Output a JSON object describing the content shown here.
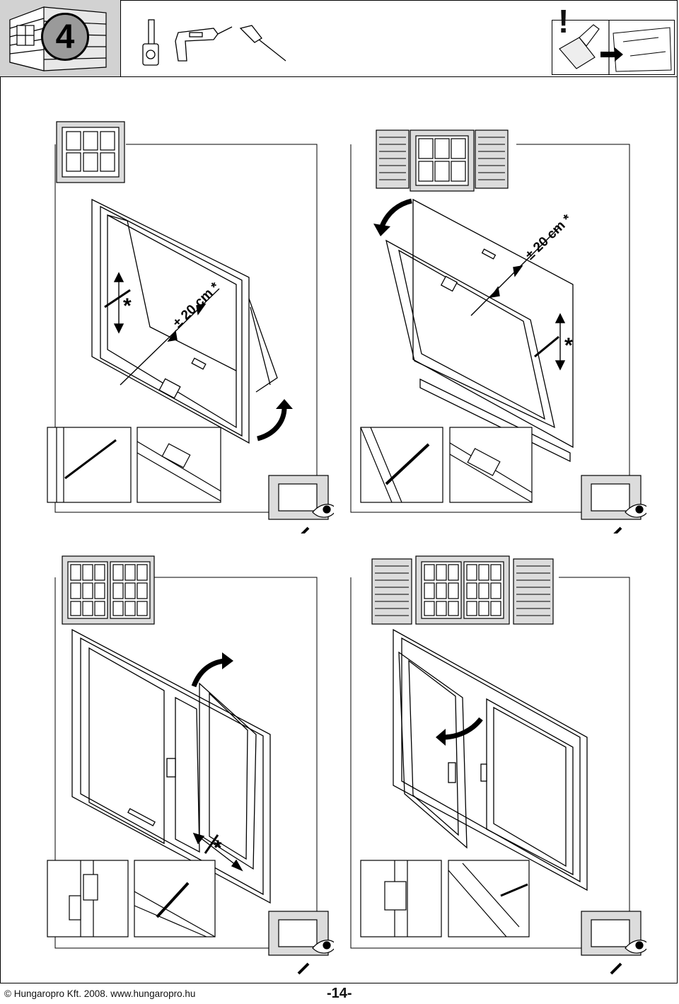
{
  "header": {
    "step_number": "4",
    "warning_mark": "!",
    "tools": [
      "tape-measure-icon",
      "drill-icon",
      "screwdriver-icon"
    ]
  },
  "panels": [
    {
      "id": "top-left",
      "dimension_label": "± 20 cm *",
      "marker": "*"
    },
    {
      "id": "top-right",
      "dimension_label": "± 20 cm *",
      "marker": "*"
    },
    {
      "id": "bottom-left",
      "marker": "*"
    },
    {
      "id": "bottom-right"
    }
  ],
  "footer": {
    "copyright": "© Hungaropro Kft. 2008. www.hungaropro.hu",
    "page_number": "-14-"
  }
}
